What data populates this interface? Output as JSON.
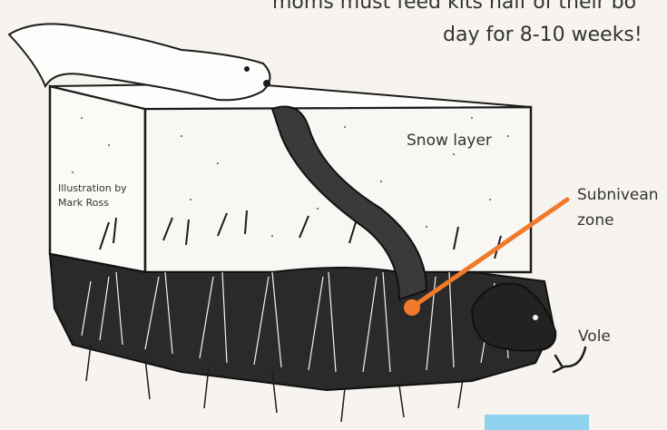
{
  "caption": {
    "line1": "moms must feed kits half of their bo",
    "line2": "day for 8-10 weeks!"
  },
  "labels": {
    "snow_layer": "Snow layer",
    "subnivean_line1": "Subnivean",
    "subnivean_line2": "zone",
    "vole": "Vole"
  },
  "credit": {
    "line1": "Illustration by",
    "line2": "Mark Ross"
  },
  "colors": {
    "accent": "#f07a2a",
    "accent_blue": "#8fd2ef",
    "ink": "#1b1b1b",
    "background": "#f7f4ef"
  }
}
